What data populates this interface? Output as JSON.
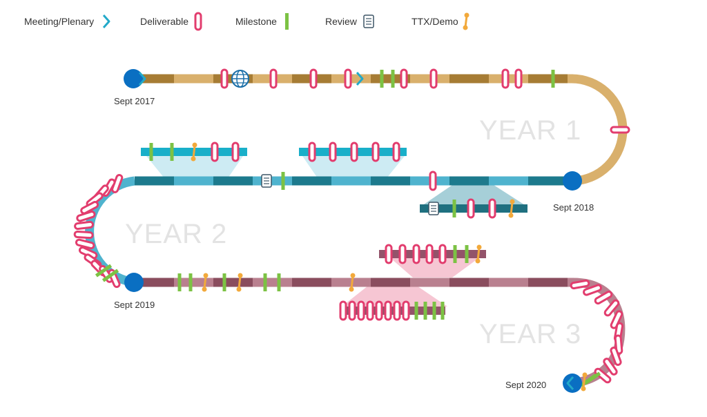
{
  "colors": {
    "year1_light": "#d9b06c",
    "year1_dark": "#a67c34",
    "year2_light": "#4fb3ce",
    "year2_dark": "#1d7a8d",
    "year3_light": "#b9808f",
    "year3_dark": "#8a4d5e",
    "deliverable": "#e23d6e",
    "milestone": "#7cc244",
    "ttx": "#f2a93b",
    "meeting": "#22a9c9",
    "review": "#3d5566",
    "node": "#0a6fc2",
    "bar_cyan": "#19afc9",
    "bar_teal": "#1f7080",
    "bar_mauve": "#93536a",
    "zoom_cyan": "#cdebf3",
    "zoom_teal": "#a6cfd8",
    "zoom_pink": "#f6c6d3",
    "year_label": "#e3e3e3"
  },
  "legend": {
    "meeting": {
      "label": "Meeting/Plenary",
      "icon": "chevron-icon"
    },
    "deliverable": {
      "label": "Deliverable",
      "icon": "pill-icon"
    },
    "milestone": {
      "label": "Milestone",
      "icon": "bar-icon"
    },
    "review": {
      "label": "Review",
      "icon": "document-icon"
    },
    "ttx": {
      "label": "TTX/Demo",
      "icon": "dumbbell-icon"
    }
  },
  "dates": {
    "start": "Sept 2017",
    "year1_end": "Sept 2018",
    "year2_end": "Sept 2019",
    "end": "Sept 2020"
  },
  "years": {
    "y1": "YEAR 1",
    "y2": "YEAR 2",
    "y3": "YEAR 3"
  },
  "web_icon": "globe-icon"
}
